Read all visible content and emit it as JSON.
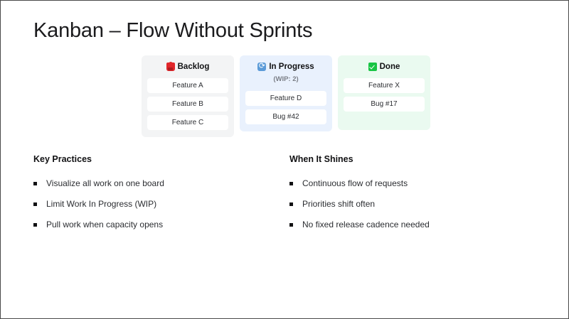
{
  "slide": {
    "title": "Kanban – Flow Without Sprints"
  },
  "board": {
    "columns": [
      {
        "id": "backlog",
        "icon": "backpack-icon",
        "title": "Backlog",
        "meta": "",
        "accent": "#e0262b",
        "background": "#f3f4f5",
        "cards": [
          "Feature A",
          "Feature B",
          "Feature C"
        ]
      },
      {
        "id": "in-progress",
        "icon": "refresh-icon",
        "title": "In Progress",
        "meta": "(WIP: 2)",
        "accent": "#5b9bd8",
        "background": "#e9f1fd",
        "cards": [
          "Feature D",
          "Bug #42"
        ]
      },
      {
        "id": "done",
        "icon": "check-icon",
        "title": "Done",
        "meta": "",
        "accent": "#18c544",
        "background": "#eafaf0",
        "cards": [
          "Feature X",
          "Bug #17"
        ]
      }
    ]
  },
  "panels": [
    {
      "id": "key-practices",
      "heading": "Key Practices",
      "bullets": [
        "Visualize all work on one board",
        "Limit Work In Progress (WIP)",
        "Pull work when capacity opens"
      ]
    },
    {
      "id": "when-it-shines",
      "heading": "When It Shines",
      "bullets": [
        "Continuous flow of requests",
        "Priorities shift often",
        "No fixed release cadence needed"
      ]
    }
  ]
}
